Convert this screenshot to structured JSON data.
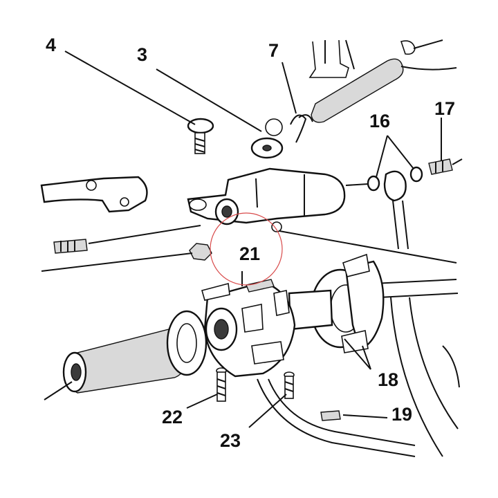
{
  "callouts": {
    "c3": "3",
    "c4": "4",
    "c7": "7",
    "c16": "16",
    "c17": "17",
    "c18": "18",
    "c19": "19",
    "c21": "21",
    "c22": "22",
    "c23": "23"
  },
  "colors": {
    "ink": "#111111",
    "highlight_circle": "#d84a4a",
    "background": "#ffffff"
  }
}
